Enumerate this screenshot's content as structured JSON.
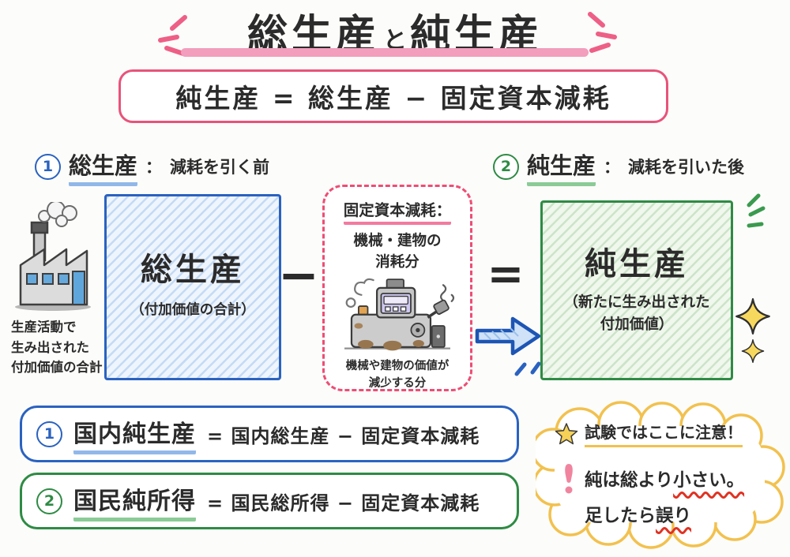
{
  "colors": {
    "pink_accent": "#ee5f86",
    "rose_border": "#e8537a",
    "title_underline": "#f29ebc",
    "blue": "#2a62c0",
    "blue_underline": "#8fb8e8",
    "green": "#2e8b44",
    "green_underline": "#7fc98b",
    "cloud_yellow": "#f2c14e",
    "star_yellow": "#f6d158",
    "wavy_red": "#e03222",
    "text": "#2b2b2b"
  },
  "title": {
    "part1": "総生産",
    "connector": "と",
    "part2": "純生産"
  },
  "formula_box": {
    "text": "純生産 = 総生産 − 固定資本減耗"
  },
  "left_section": {
    "number": "①",
    "term": "総生産",
    "separator": "：",
    "note": "減耗を引く前"
  },
  "right_section": {
    "number": "②",
    "term": "純生産",
    "separator": "：",
    "note": "減耗を引いた後"
  },
  "gross_box": {
    "title": "総生産",
    "subtitle": "（付加価値の合計）"
  },
  "factory": {
    "caption_lines": [
      "生産活動で",
      "生み出された",
      "付加価値の合計"
    ]
  },
  "operators": {
    "minus": "−",
    "equals": "="
  },
  "depreciation_box": {
    "title": "固定資本減耗：",
    "desc_line1": "機械・建物の",
    "desc_line2": "消耗分",
    "caption_line1": "機械や建物の価値が",
    "caption_line2": "減少する分"
  },
  "net_box": {
    "title": "純生産",
    "subtitle_line1": "（新たに生み出された",
    "subtitle_line2": "付加価値）"
  },
  "bottom_formulas": [
    {
      "number": "①",
      "term": "国内純生産",
      "equation": "= 国内総生産 − 固定資本減耗"
    },
    {
      "number": "②",
      "term": "国民純所得",
      "equation": "= 国民総所得 − 固定資本減耗"
    }
  ],
  "note_cloud": {
    "heading": "試験ではここに注意！",
    "line1_pre": "純は総より",
    "line1_em": "小さい。",
    "line2_pre": "足したら",
    "line2_em": "誤り"
  }
}
